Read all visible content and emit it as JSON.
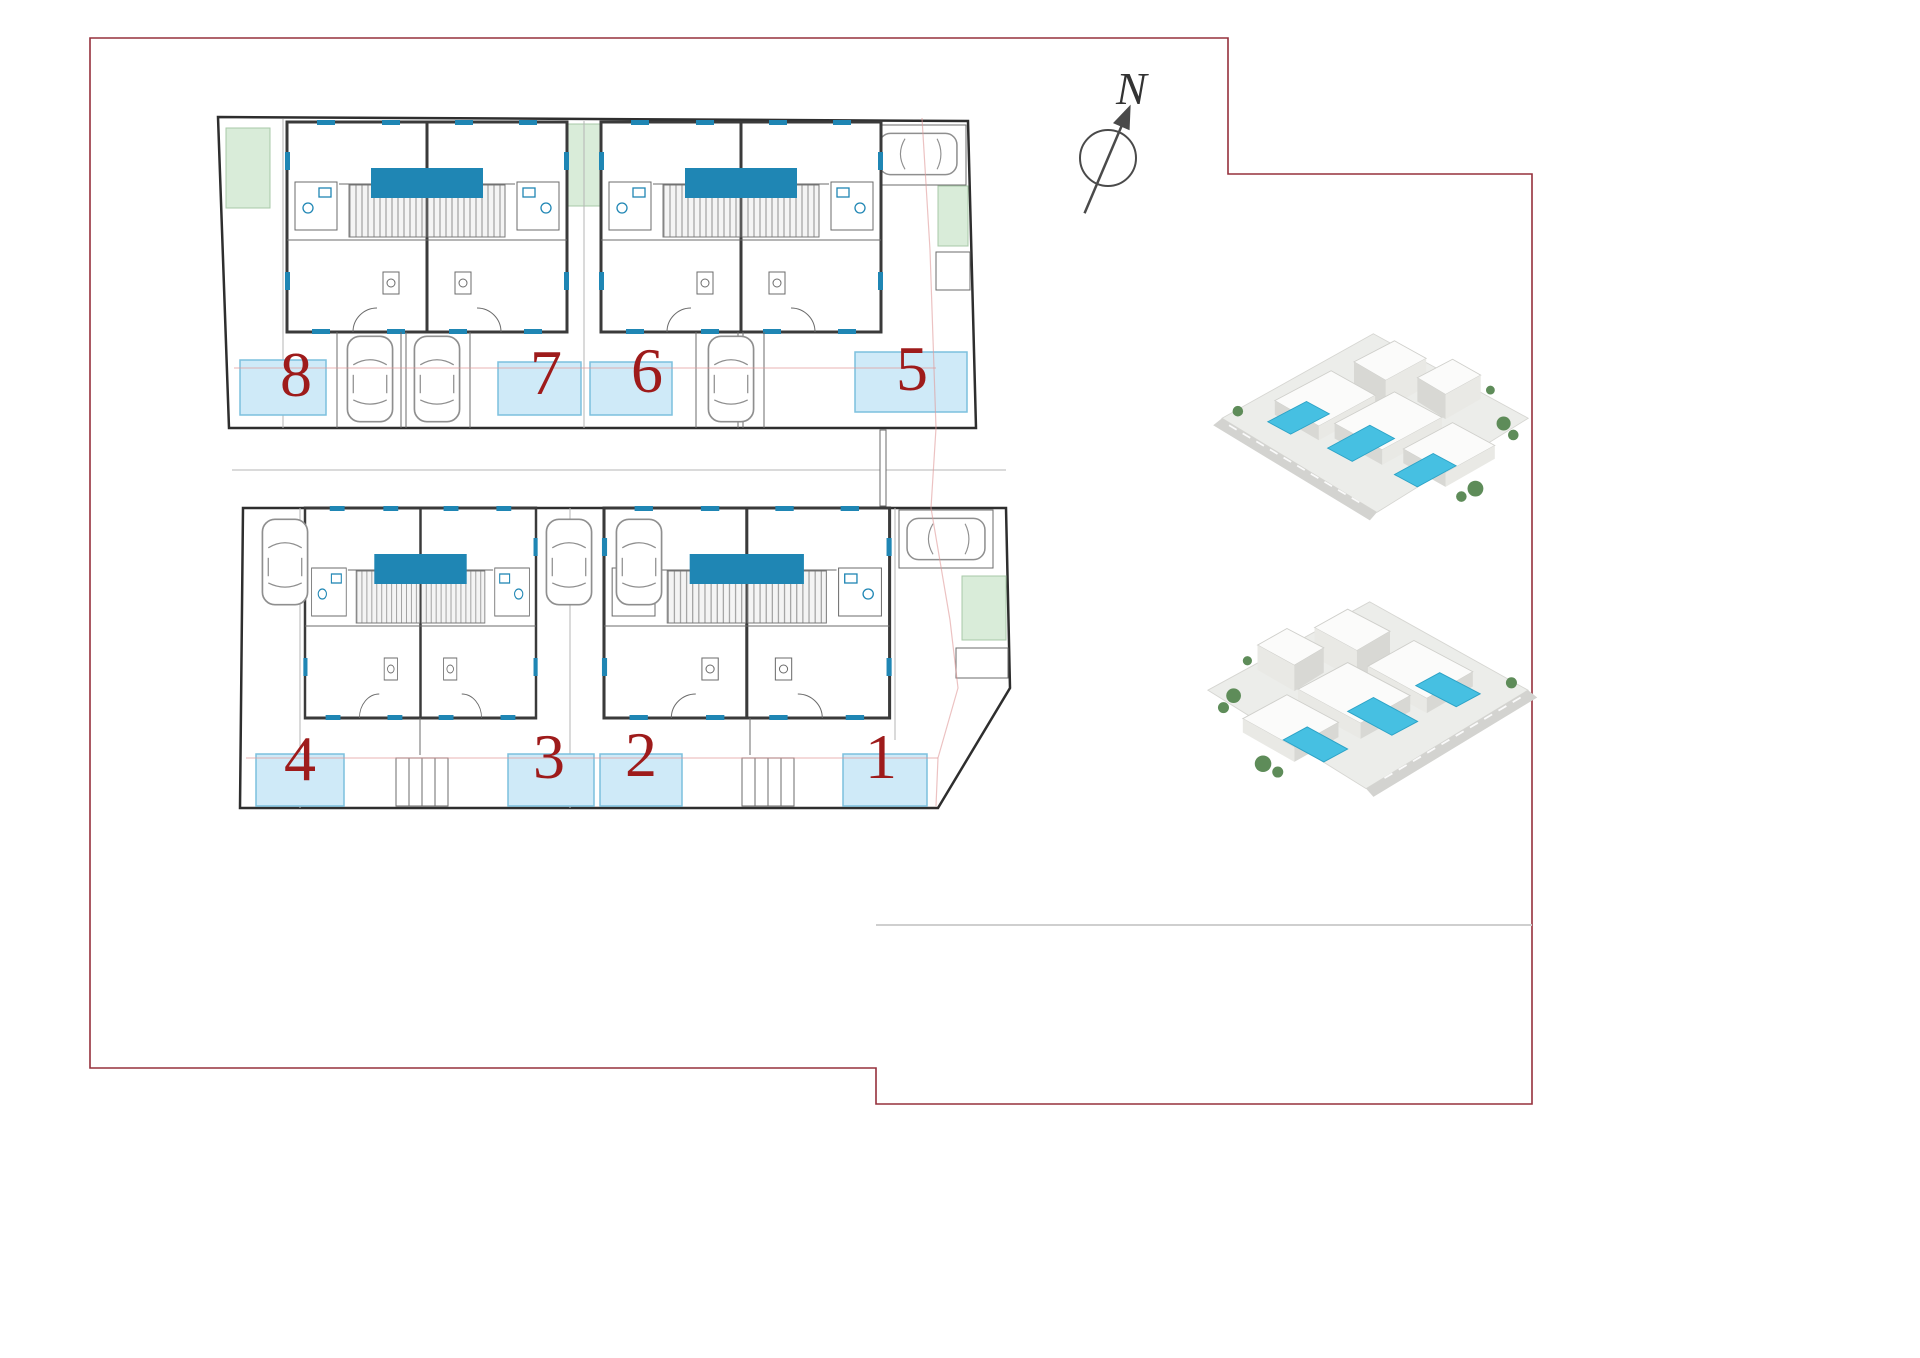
{
  "colors": {
    "page-bg": "#ffffff",
    "page-border": "#96303c",
    "unit-number": "#9e1b1b",
    "wall": "#3a3a3a",
    "pool": "#cfeaf8",
    "pool-border": "#7cc0de",
    "accent-blue": "#1f86b4",
    "green-area": "#d9ecd9",
    "cadastral-red": "#df9a9a",
    "render-pool": "#46c0e2"
  },
  "compass": {
    "label": "N"
  },
  "site_plan": {
    "unit_labels": [
      "8",
      "7",
      "6",
      "5",
      "4",
      "3",
      "2",
      "1"
    ]
  }
}
